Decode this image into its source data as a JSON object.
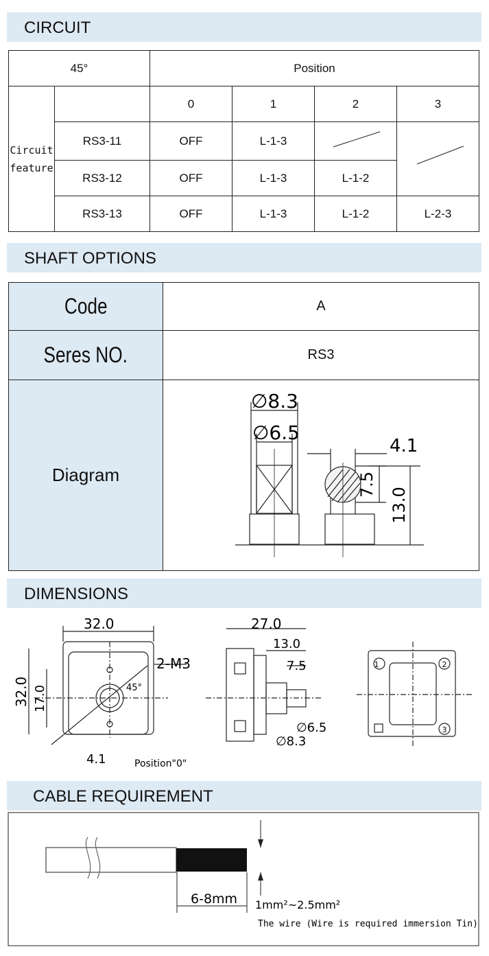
{
  "circuit": {
    "title": "CIRCUIT",
    "angle": "45°",
    "position_label": "Position",
    "feature_label_line1": "Circuit",
    "feature_label_line2": "feature",
    "positions": [
      "0",
      "1",
      "2",
      "3"
    ],
    "rows": [
      {
        "model": "RS3-11",
        "p0": "OFF",
        "p1": "L-1-3"
      },
      {
        "model": "RS3-12",
        "p0": "OFF",
        "p1": "L-1-3",
        "p2": "L-1-2"
      },
      {
        "model": "RS3-13",
        "p0": "OFF",
        "p1": "L-1-3",
        "p2": "L-1-2",
        "p3": "L-2-3"
      }
    ]
  },
  "shaft": {
    "title": "SHAFT OPTIONS",
    "code_label": "Code",
    "code_value": "A",
    "series_label": "Seres NO.",
    "series_value": "RS3",
    "diagram_label": "Diagram",
    "dims": {
      "d1": "∅8.3",
      "d2": "∅6.5",
      "w": "4.1",
      "h1": "7.5",
      "h2": "13.0"
    }
  },
  "dimensions": {
    "title": "DIMENSIONS",
    "width": "32.0",
    "height": "32.0",
    "inner": "17.0",
    "screws": "2-M3",
    "angle": "45°",
    "offset": "4.1",
    "position_note": "Position\"0\"",
    "side_total": "27.0",
    "side_mid": "13.0",
    "side_shaft": "7.5",
    "side_d1": "∅6.5",
    "side_d2": "∅8.3",
    "terminals": [
      "1",
      "2",
      "3"
    ]
  },
  "cable": {
    "title": "CABLE REQUIREMENT",
    "strip_length": "6-8mm",
    "section": "1mm²~2.5mm²",
    "note": "The wire (Wire is required immersion Tin)"
  }
}
